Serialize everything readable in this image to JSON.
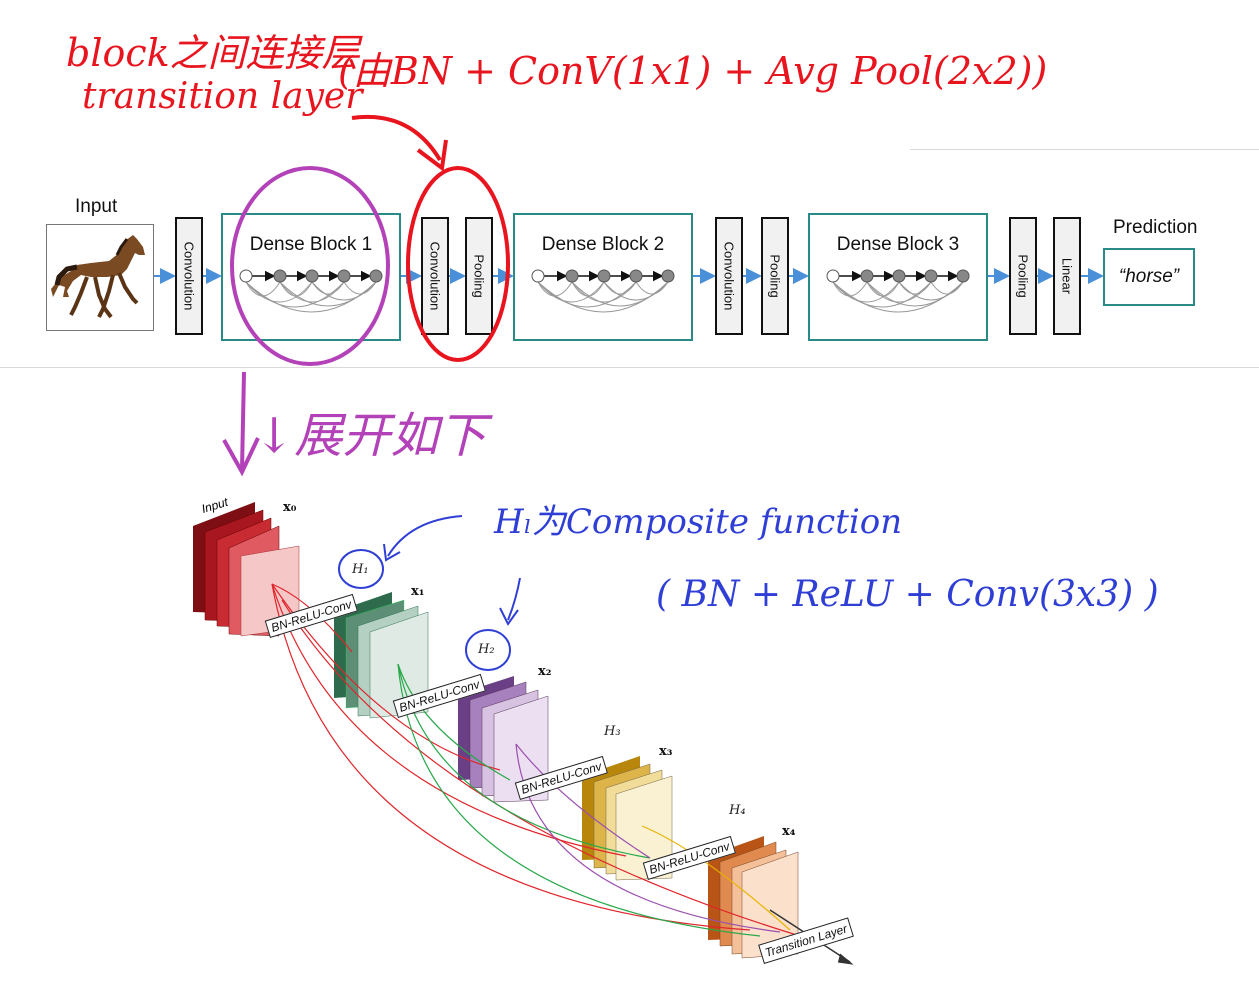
{
  "annotations": {
    "transition_title_line1": "block之间连接层",
    "transition_title_line2": "transition layer",
    "transition_formula": "(由BN + ConV(1x1) + Avg Pool(2x2))",
    "expand_note": "↓展开如下",
    "composite_line1": "Hₗ为Composite function",
    "composite_line2": "( BN + ReLU + Conv(3x3) )"
  },
  "architecture": {
    "input_label": "Input",
    "prediction_label": "Prediction",
    "prediction_value": "“horse”",
    "layers": {
      "conv0": "Convolution",
      "conv1": "Convolution",
      "pool1": "Pooling",
      "conv2": "Convolution",
      "pool2": "Pooling",
      "pool3": "Pooling",
      "linear": "Linear"
    },
    "blocks": [
      "Dense Block 1",
      "Dense Block 2",
      "Dense Block 3"
    ]
  },
  "dense_block_detail": {
    "input_label": "Input",
    "x_labels": [
      "x₀",
      "x₁",
      "x₂",
      "x₃",
      "x₄"
    ],
    "h_labels": [
      "H₁",
      "H₂",
      "H₃",
      "H₄"
    ],
    "op_label": "BN-ReLU-Conv",
    "transition_label": "Transition Layer"
  },
  "colors": {
    "annotation_red": "#e8141e",
    "annotation_purple": "#b341b8",
    "annotation_blue": "#2f3fd6",
    "block_border": "#2a8a86",
    "arrow_blue": "#4a90d9",
    "x0": "#b3121b",
    "x1": "#2e6b4d",
    "x2": "#6b3f85",
    "x3": "#b8860b",
    "x4": "#b85415"
  }
}
